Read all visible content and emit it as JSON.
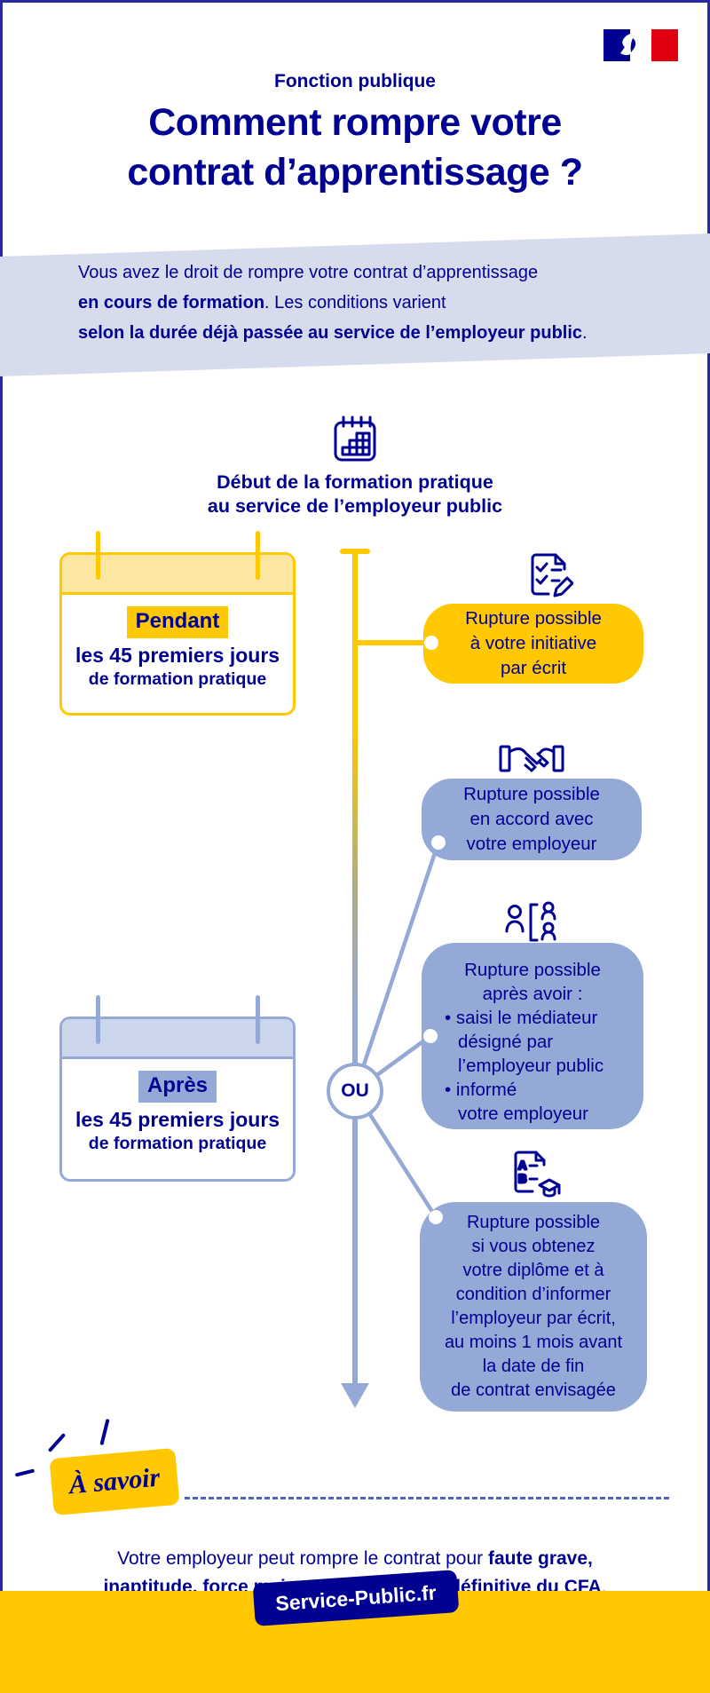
{
  "colors": {
    "navy": "#000091",
    "yellow": "#FFC800",
    "light_yellow": "#FBE6A2",
    "periwinkle": "#95A9D6",
    "light_periwinkle": "#CBD6EC",
    "lavender_band": "#D6DCEC",
    "flag_red": "#E1000F",
    "dashed_line": "#4E63BE"
  },
  "header": {
    "kicker": "Fonction publique",
    "title_line1": "Comment rompre votre",
    "title_line2": "contrat d’apprentissage ?"
  },
  "intro": {
    "line1": "Vous avez le droit de rompre votre contrat d’apprentissage",
    "line2_bold": "en cours de formation",
    "line2_rest": ". Les conditions varient",
    "line3_bold": "selon la durée déjà passée au service de l’employeur public",
    "line3_rest": "."
  },
  "timeline": {
    "start_line1": "Début de la formation pratique",
    "start_line2": "au service de l’employeur public",
    "or_label": "OU"
  },
  "cards": {
    "pendant": {
      "tag": "Pendant",
      "line1": "les 45 premiers jours",
      "line2": "de formation pratique"
    },
    "apres": {
      "tag": "Après",
      "line1": "les 45 premiers jours",
      "line2": "de formation pratique"
    }
  },
  "bubbles": {
    "initiative": {
      "l1": "Rupture possible",
      "l2": "à votre initiative",
      "l3": "par écrit"
    },
    "accord": {
      "l1": "Rupture possible",
      "l2": "en accord avec",
      "l3": "votre employeur"
    },
    "mediateur": {
      "l1": "Rupture possible",
      "l2": "après avoir :",
      "b1": "• saisi le médiateur",
      "b1b": "désigné par",
      "b1c": "l’employeur public",
      "b2": "• informé",
      "b2b": "votre employeur"
    },
    "diplome": {
      "l1": "Rupture possible",
      "l2": "si vous obtenez",
      "l3": "votre diplôme et à",
      "l4": "condition d’informer",
      "l5": "l’employeur par écrit,",
      "l6": "au moins 1 mois avant",
      "l7": "la date de fin",
      "l8": "de contrat envisagée"
    }
  },
  "icons": {
    "calendar": "calendar-icon",
    "checklist": "checklist-pencil-icon",
    "handshake": "handshake-icon",
    "mediator": "mediator-people-icon",
    "diploma": "diploma-graduation-icon",
    "arrow": "arrow-down-icon",
    "logo": "french-republic-flag-logo"
  },
  "savoir": {
    "badge": "À savoir",
    "line1_normal": "Votre employeur peut rompre le contrat pour ",
    "line1_bold": "faute grave,",
    "line2_bold": "inaptitude, force majeure ou exclusion définitive du CFA",
    "line2_rest": "."
  },
  "footer": {
    "brand": "Service-Public.fr"
  }
}
